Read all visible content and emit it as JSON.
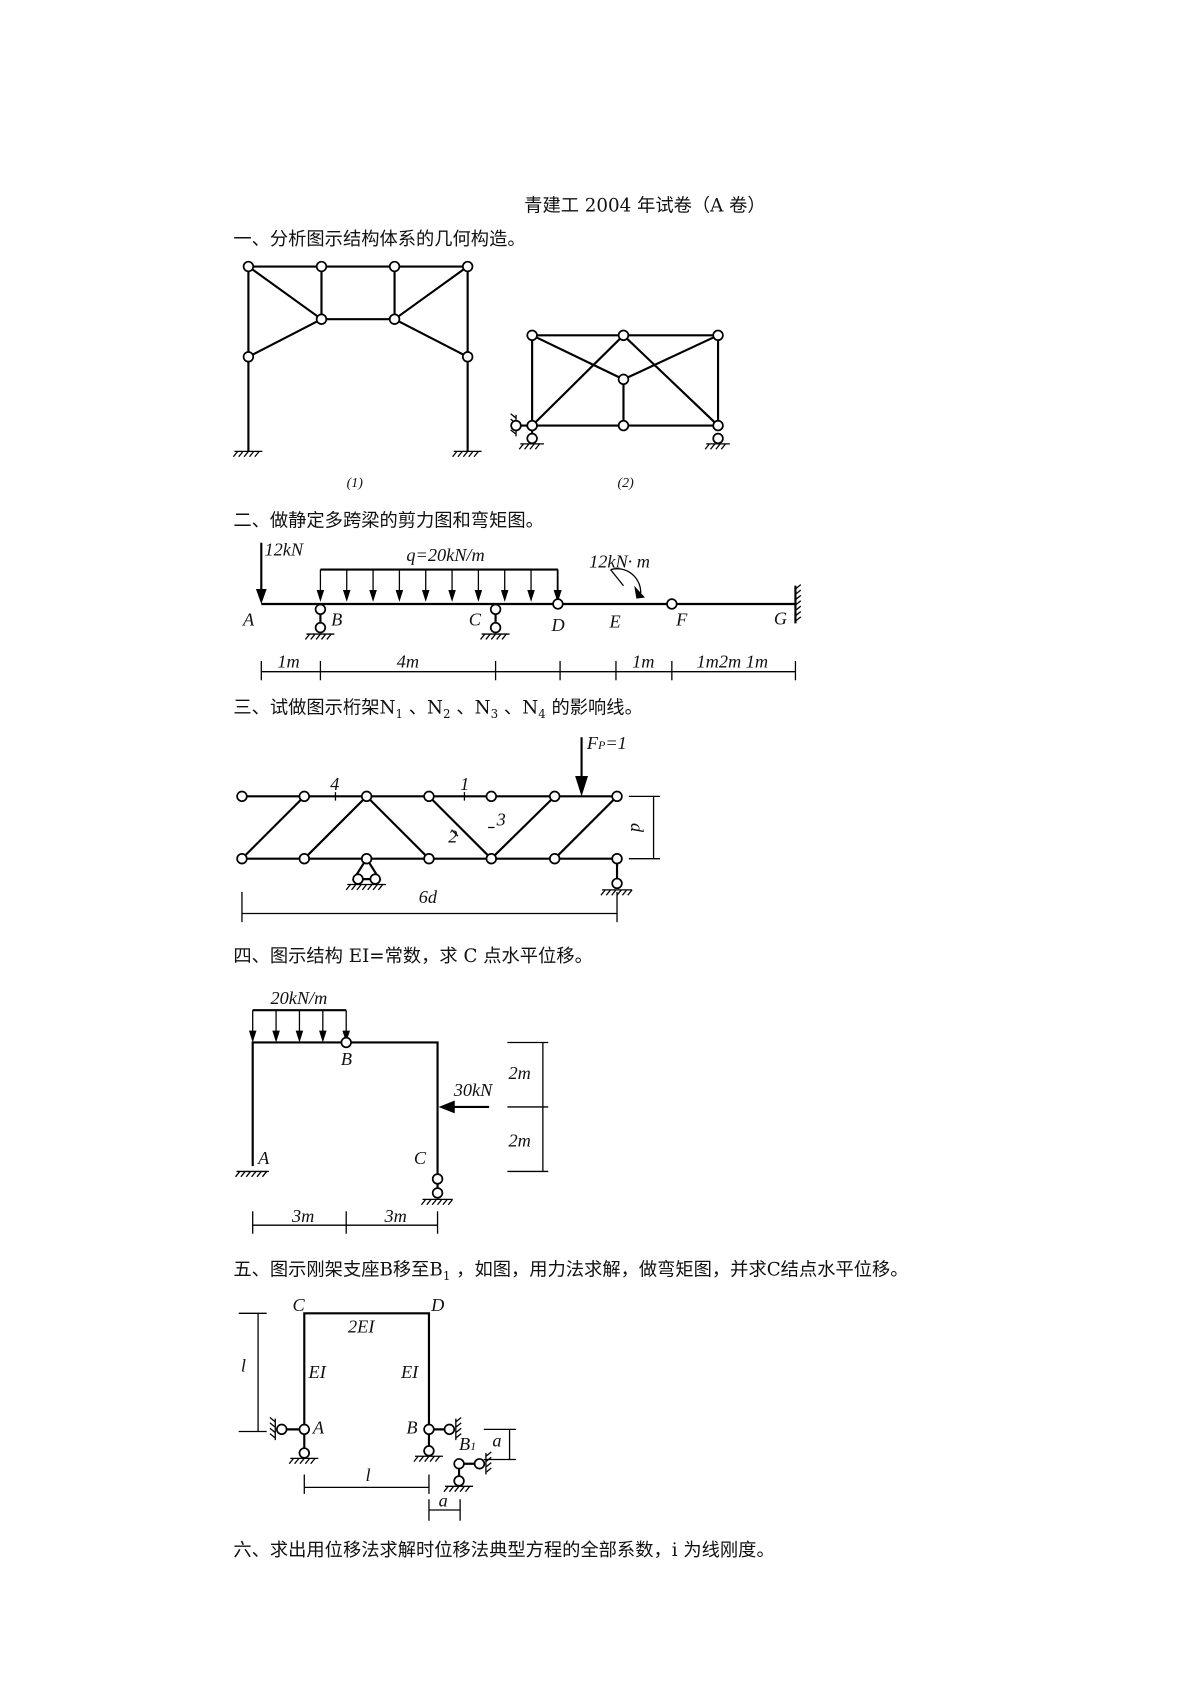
{
  "title": "青建工 2004 年试卷（A 卷）",
  "q1": {
    "text": "一、分析图示结构体系的几何构造。",
    "captions": [
      "(1)",
      "(2)"
    ]
  },
  "q2": {
    "text": "二、做静定多跨梁的剪力图和弯矩图。",
    "point_load": "12kN",
    "distributed_load": "q=20kN/m",
    "moment": "12kN·  m",
    "points": [
      "A",
      "B",
      "C",
      "D",
      "E",
      "F",
      "G"
    ],
    "dims": [
      "1m",
      "4m",
      "1m",
      "1m2m 1m"
    ]
  },
  "q3": {
    "text_a": "三、试做图示桁架N",
    "s1": "1",
    "t1": " 、N",
    "s2": "2",
    "t2": " 、N",
    "s3": "3",
    "t3": " 、N",
    "s4": "4",
    "t4": " 的影响线。",
    "load": "F",
    "load_sub": "P",
    "load_eq": "=1",
    "members": [
      "4",
      "1",
      "2",
      "3"
    ],
    "height": "d",
    "span": "6d"
  },
  "q4": {
    "text": "四、图示结构 EI=常数，求 C 点水平位移。",
    "distributed_load": "20kN/m",
    "point_load": "30kN",
    "points": [
      "A",
      "B",
      "C"
    ],
    "dims_v": [
      "2m",
      "2m"
    ],
    "dims_h": [
      "3m",
      "3m"
    ]
  },
  "q5": {
    "text_a": "五、图示刚架支座B移至B",
    "sub": "1",
    "text_b": " ，如图，用力法求解，做弯矩图，并求C结点水平位移。",
    "points": [
      "C",
      "D",
      "A",
      "B"
    ],
    "b1": "B",
    "b1_sub": "1",
    "stiffness": [
      "2EI",
      "EI",
      "EI"
    ],
    "height": "l",
    "span": "l",
    "shift_v": "a",
    "shift_h": "a"
  },
  "q6": {
    "text": "六、求出用位移法求解时位移法典型方程的全部系数，i 为线刚度。"
  }
}
